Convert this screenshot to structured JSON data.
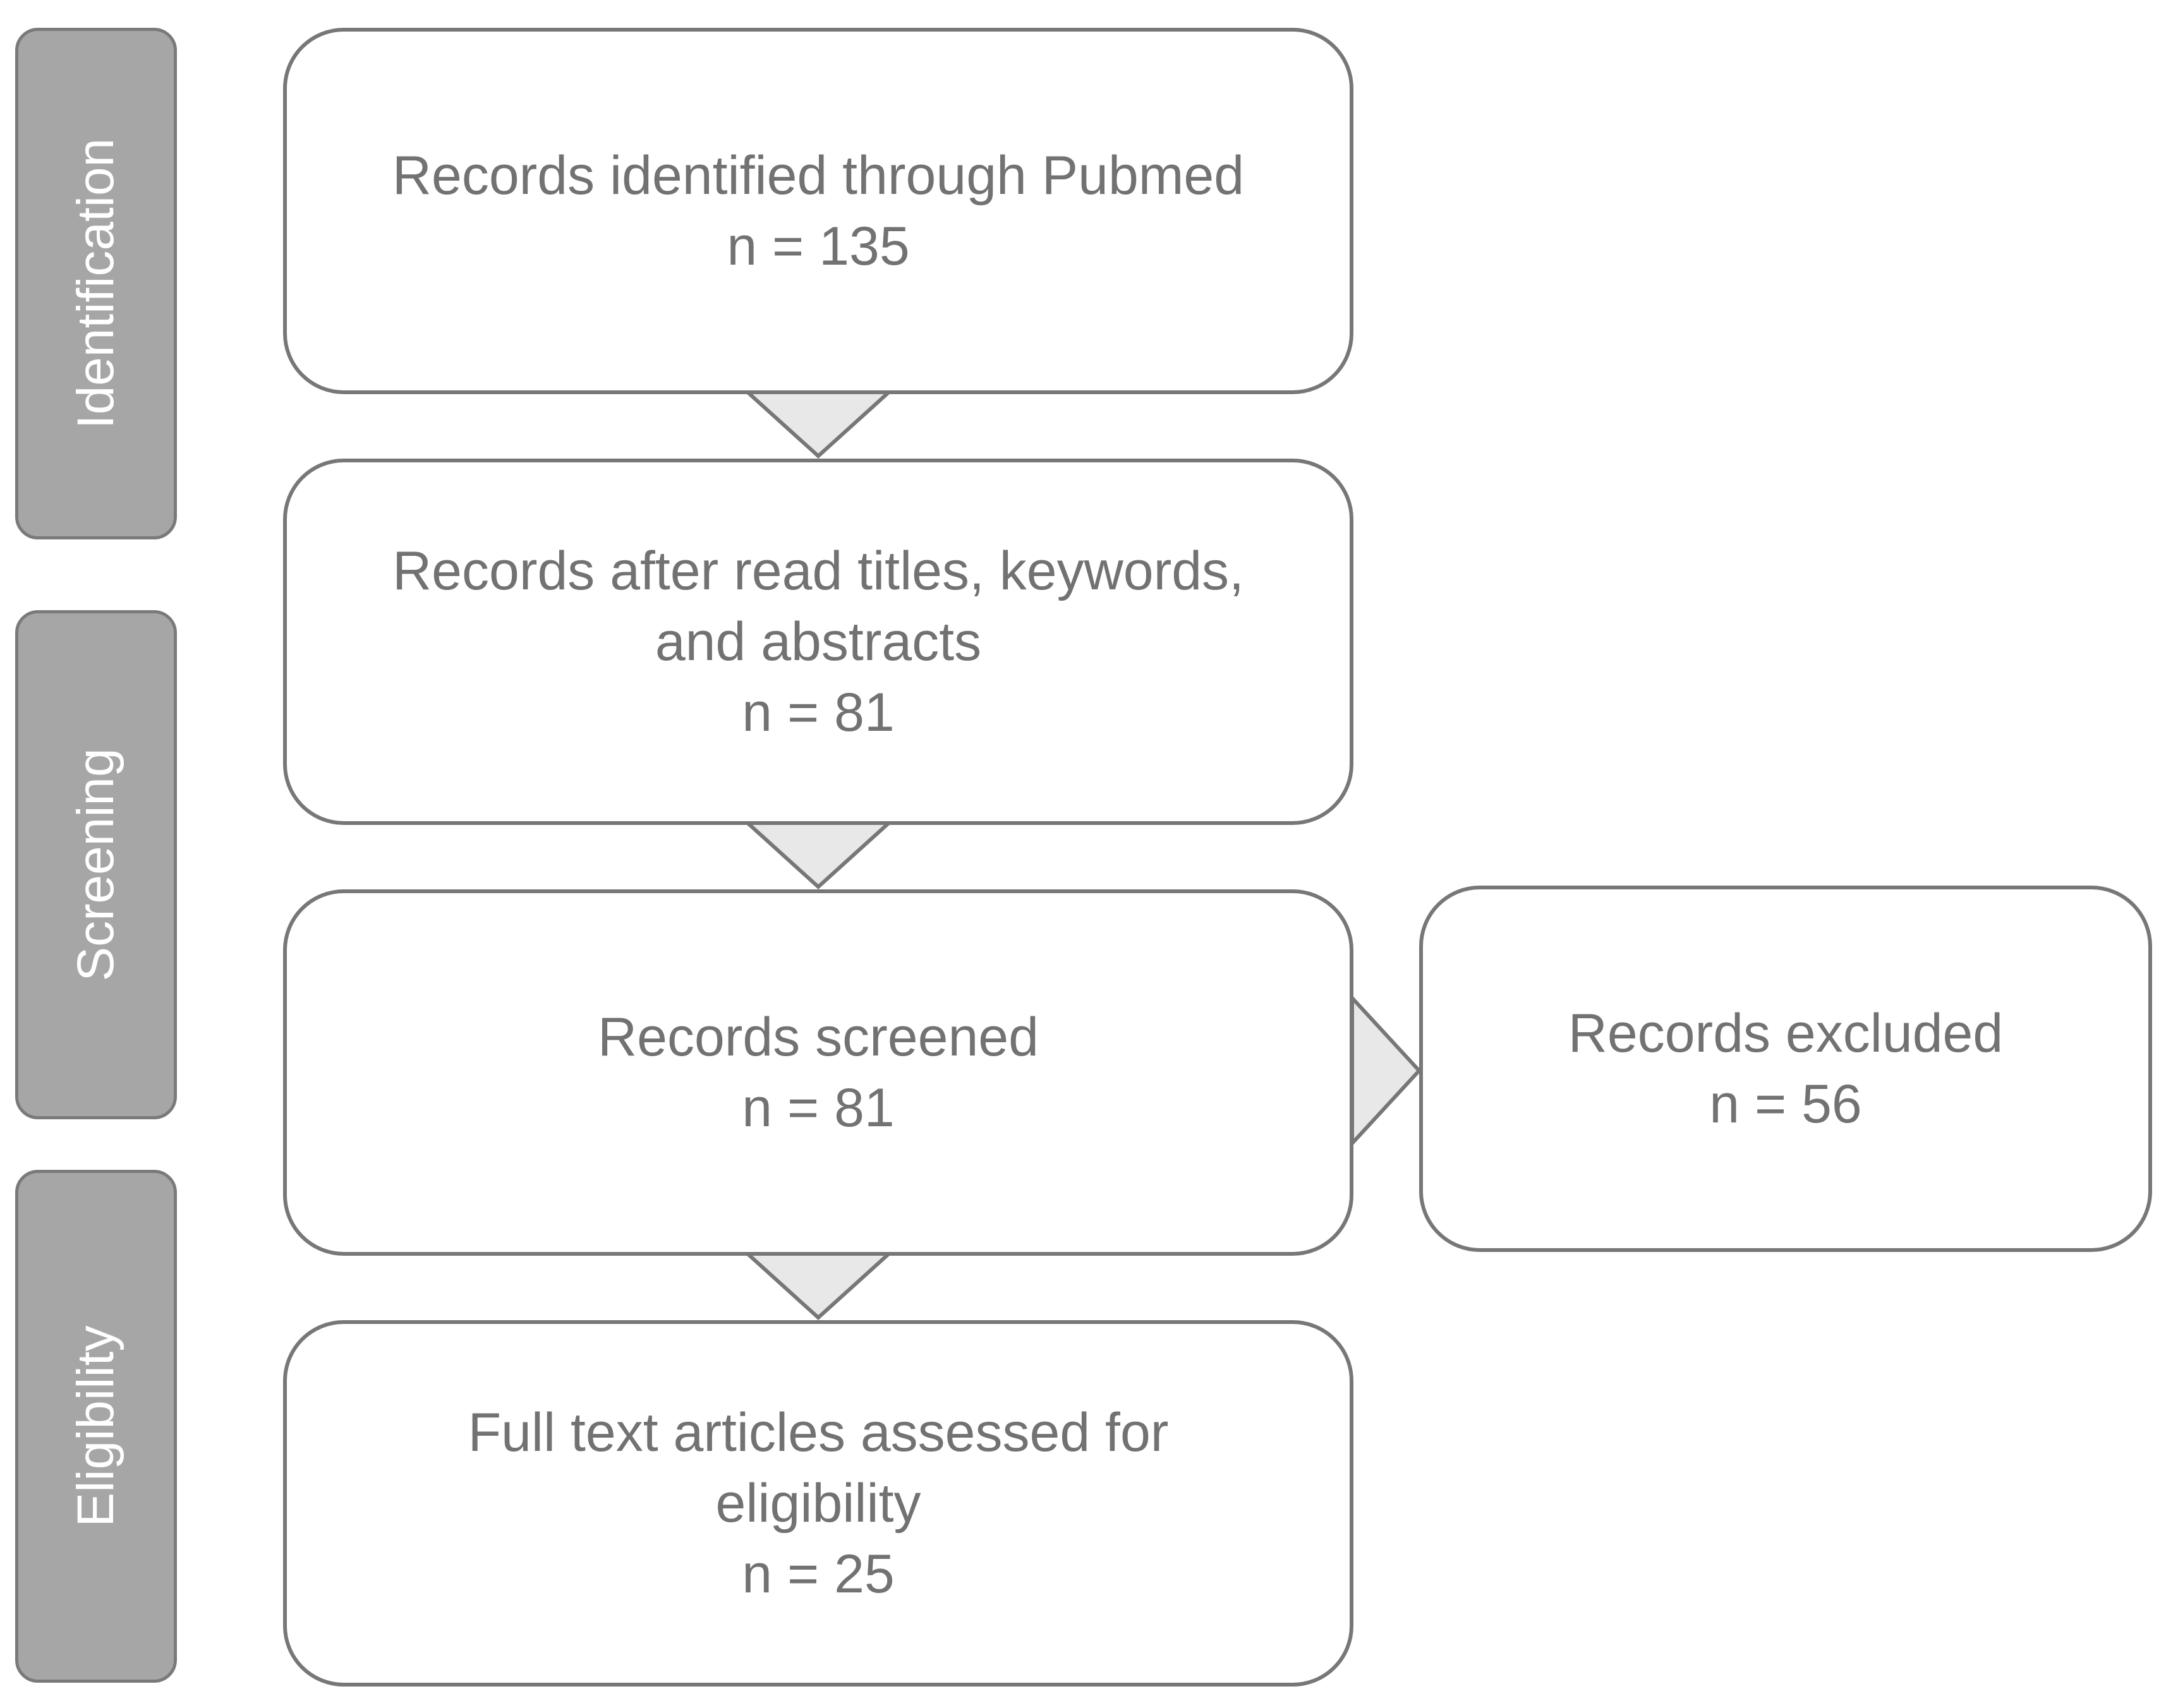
{
  "phases": {
    "identification": "Identification",
    "screening": "Screening",
    "eligibility": "Eligibility"
  },
  "boxes": {
    "identified": {
      "line1": "Records identified through Pubmed",
      "count": "n = 135"
    },
    "after_read": {
      "line1": "Records after read titles, keywords,",
      "line2": "and abstracts",
      "count": "n = 81"
    },
    "screened": {
      "line1": "Records screened",
      "count": "n = 81"
    },
    "excluded": {
      "line1": "Records excluded",
      "count": "n = 56"
    },
    "full_text": {
      "line1": "Full text articles assessed for",
      "line2": "eligibility",
      "count": "n = 25"
    }
  },
  "colors": {
    "phase_fill": "#a6a6a6",
    "box_border": "#777777",
    "text": "#727272",
    "arrow_fill": "#e8e8e8"
  }
}
